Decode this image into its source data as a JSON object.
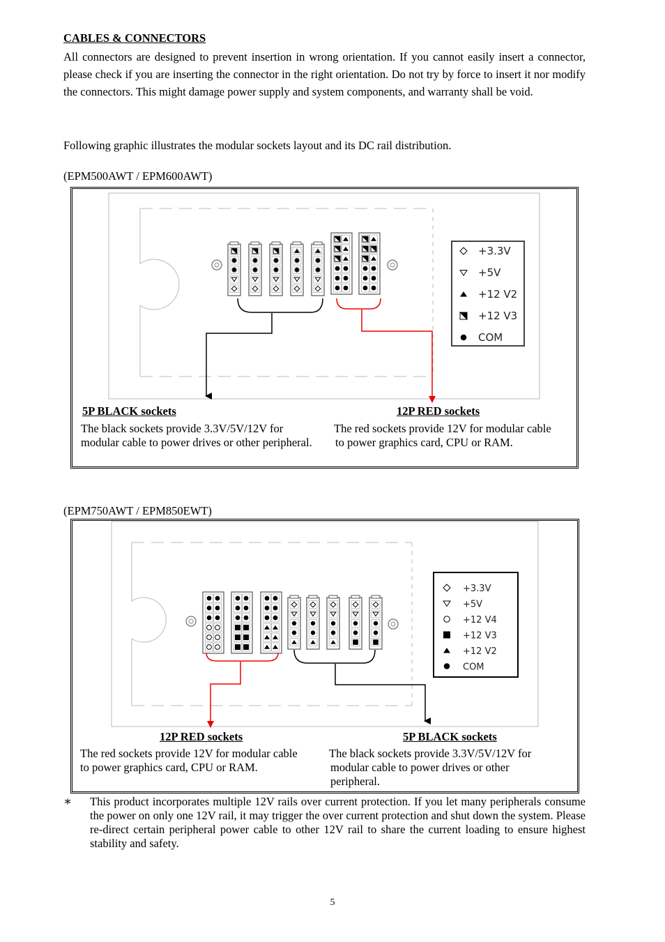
{
  "heading": "CABLES & CONNECTORS",
  "intro": "All connectors are designed to prevent insertion in wrong orientation. If you cannot easily insert a connector, please check if you are inserting the connector in the right orientation. Do not try by force to insert it nor modify the connectors. This might damage power supply and system components, and warranty shall be void.",
  "graphic_intro": "Following graphic illustrates the modular sockets layout and its DC rail distribution.",
  "diagram1": {
    "models": "(EPM500AWT / EPM600AWT)",
    "legend": [
      {
        "symbol": "diamond-open",
        "label": "+3.3V"
      },
      {
        "symbol": "triangle-down-open",
        "label": "+5V"
      },
      {
        "symbol": "triangle-up-filled",
        "label": "+12 V2"
      },
      {
        "symbol": "half-square",
        "label": "+12 V3"
      },
      {
        "symbol": "circle-filled",
        "label": "COM"
      }
    ],
    "black_title": "5P BLACK sockets",
    "black_text": [
      "The black sockets provide 3.3V/5V/12V for",
      "modular cable to power drives or other peripheral."
    ],
    "red_title": "12P RED sockets",
    "red_text": [
      "The red sockets provide 12V for modular cable",
      "to power graphics card, CPU or RAM."
    ]
  },
  "diagram2": {
    "models": "(EPM750AWT / EPM850EWT)",
    "legend": [
      {
        "symbol": "diamond-open",
        "label": "+3.3V"
      },
      {
        "symbol": "triangle-down-open",
        "label": "+5V"
      },
      {
        "symbol": "circle-open",
        "label": "+12 V4"
      },
      {
        "symbol": "square-filled",
        "label": "+12 V3"
      },
      {
        "symbol": "triangle-up-filled",
        "label": "+12 V2"
      },
      {
        "symbol": "circle-filled",
        "label": "COM"
      }
    ],
    "red_title": "12P RED sockets",
    "red_text": [
      "The red sockets provide 12V for modular cable",
      "to power graphics card, CPU or RAM."
    ],
    "black_title": "5P BLACK sockets",
    "black_text": [
      "The black sockets provide 3.3V/5V/12V for",
      "modular cable to power drives or other",
      "peripheral."
    ]
  },
  "note_marker": "∗",
  "note": "This product incorporates multiple 12V rails over current protection. If you let many peripherals consume the power on only one 12V rail, it may trigger the over current protection and shut down the system. Please re-direct certain peripheral power cable to other 12V rail to share the current loading to ensure highest stability and safety.",
  "page_number": "5"
}
